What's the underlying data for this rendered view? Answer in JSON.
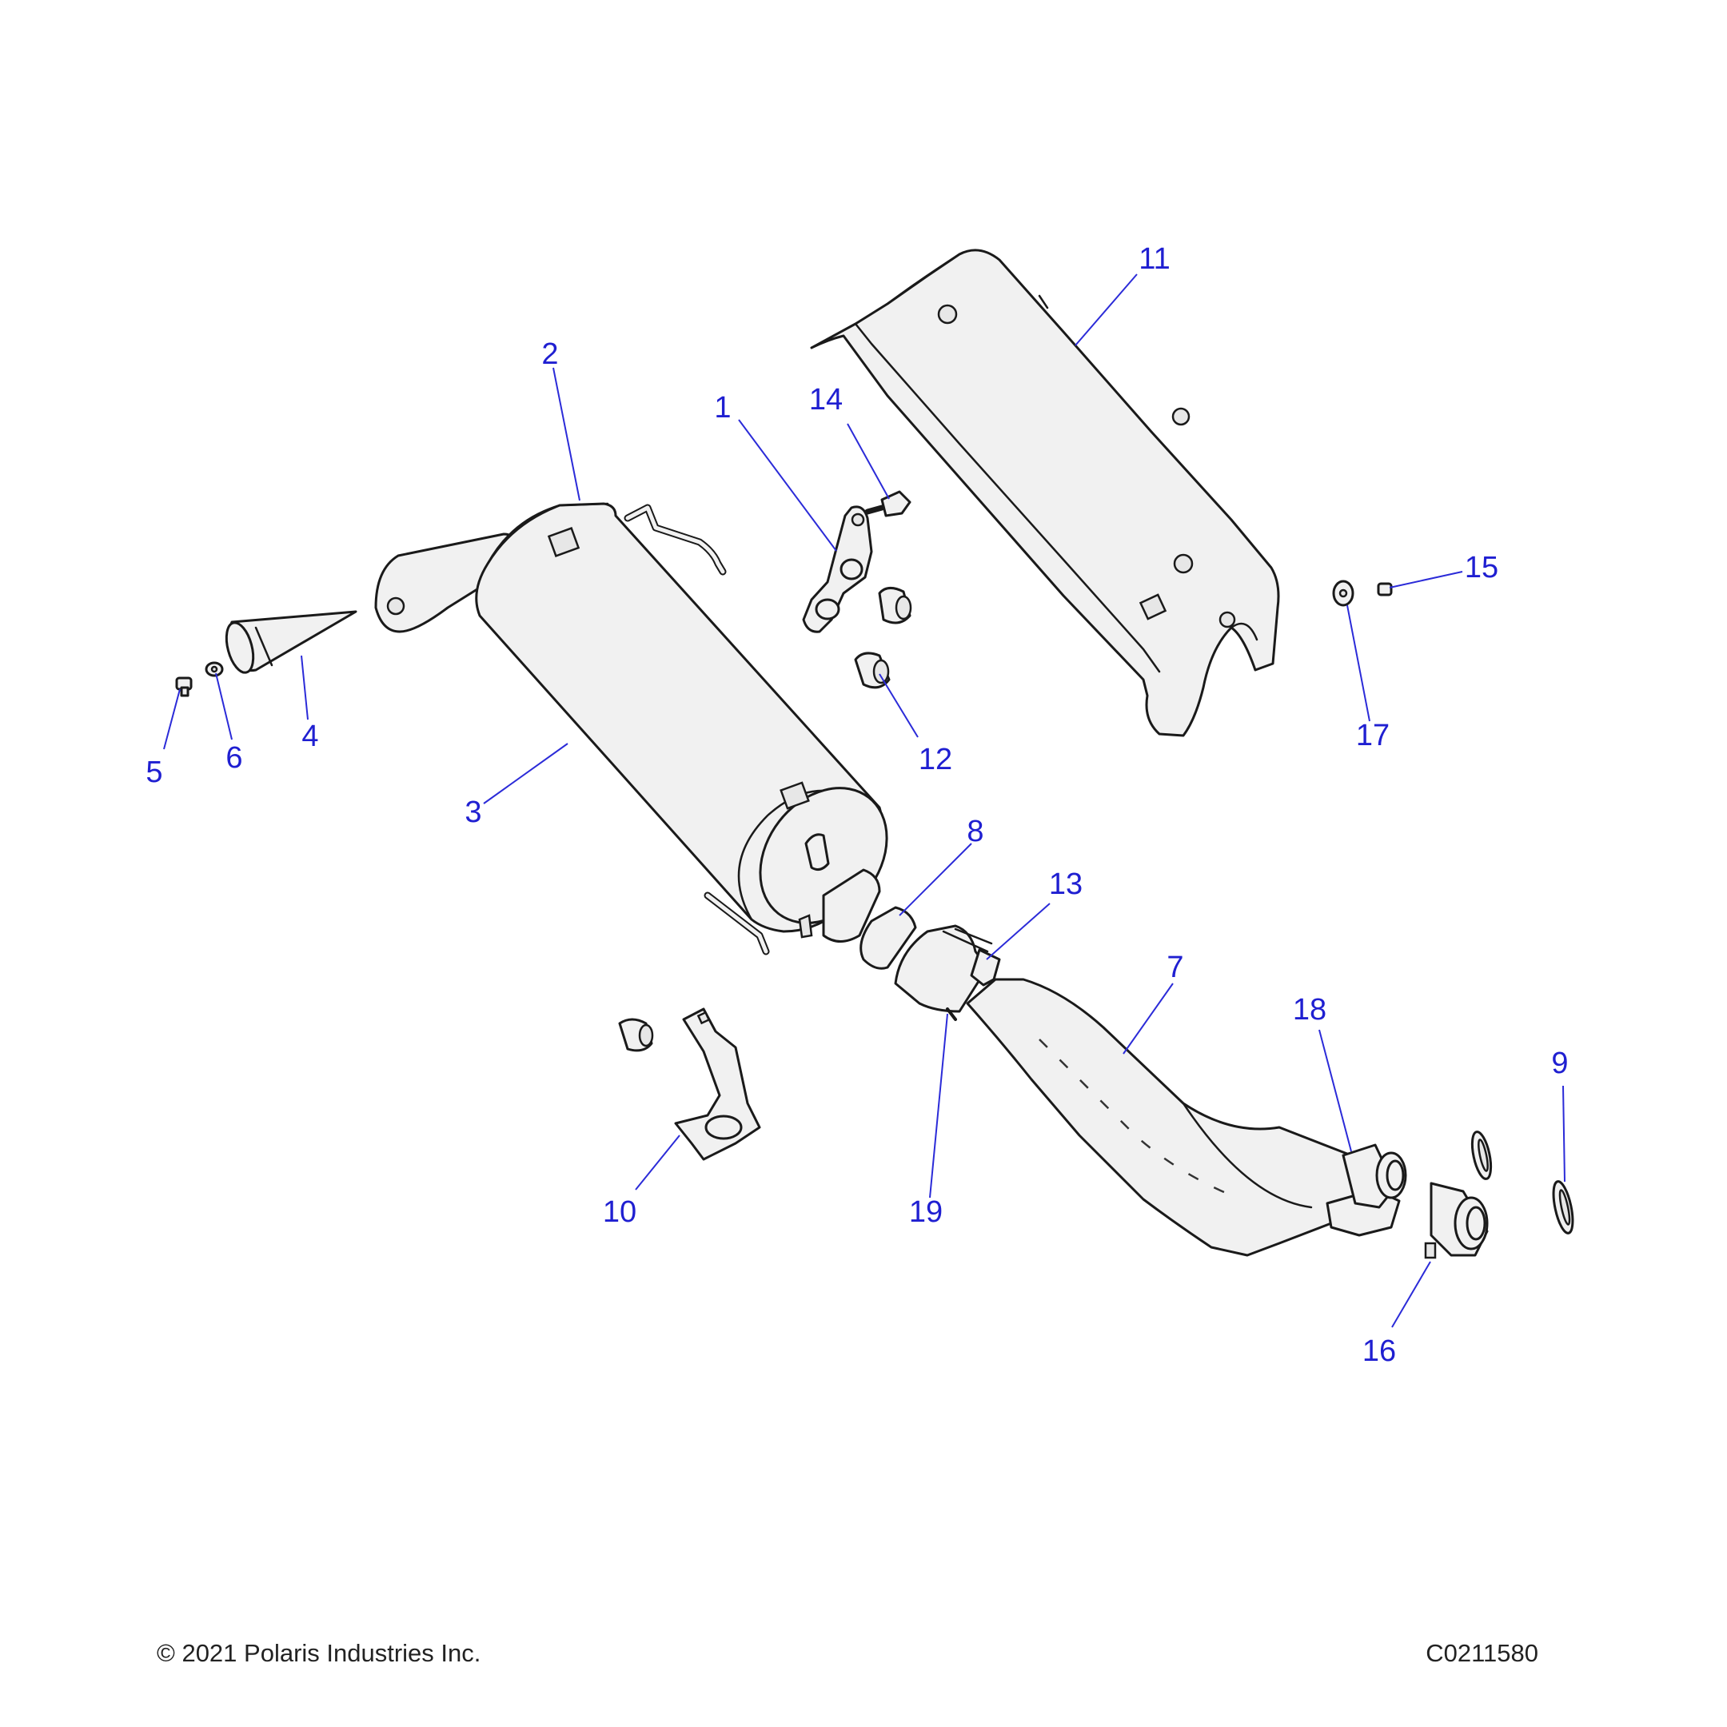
{
  "callouts": [
    {
      "id": "1",
      "label": "1"
    },
    {
      "id": "2",
      "label": "2"
    },
    {
      "id": "3",
      "label": "3"
    },
    {
      "id": "4",
      "label": "4"
    },
    {
      "id": "5",
      "label": "5"
    },
    {
      "id": "6",
      "label": "6"
    },
    {
      "id": "7",
      "label": "7"
    },
    {
      "id": "8",
      "label": "8"
    },
    {
      "id": "9",
      "label": "9"
    },
    {
      "id": "10",
      "label": "10"
    },
    {
      "id": "11",
      "label": "11"
    },
    {
      "id": "12",
      "label": "12"
    },
    {
      "id": "13",
      "label": "13"
    },
    {
      "id": "14",
      "label": "14"
    },
    {
      "id": "15",
      "label": "15"
    },
    {
      "id": "16",
      "label": "16"
    },
    {
      "id": "17",
      "label": "17"
    },
    {
      "id": "18",
      "label": "18"
    },
    {
      "id": "19",
      "label": "19"
    }
  ],
  "footer": {
    "copyright": "© 2021 Polaris Industries Inc.",
    "figure_code": "C0211580"
  },
  "colors": {
    "callout_text": "#1f1fd1",
    "leader_line": "#2b2bd8",
    "part_fill": "#f1f1f1",
    "part_stroke": "#1a1a1a"
  }
}
